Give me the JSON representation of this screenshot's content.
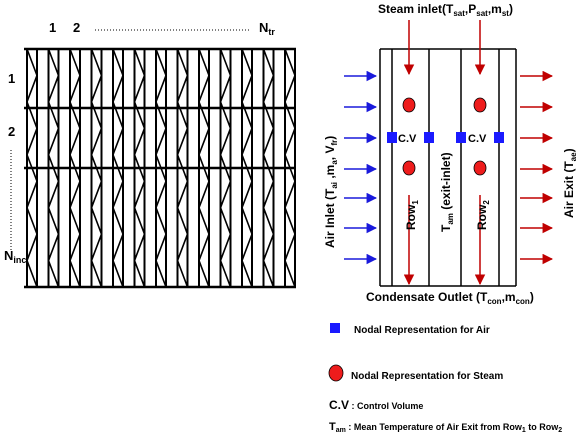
{
  "grid": {
    "col_label_1": "1",
    "col_label_2": "2",
    "col_label_last_main": "N",
    "col_label_last_sub": "tr",
    "row_label_1": "1",
    "row_label_2": "2",
    "row_label_last_main": "N",
    "row_label_last_sub": "inc",
    "tube_count": 13,
    "zigzag_segments_per_tube": 9,
    "row_divisions": 3
  },
  "schematic": {
    "steam_inlet": {
      "t1": "Steam inlet(T",
      "s1": "sat",
      "t2": ",P",
      "s2": "sat",
      "t3": ",m",
      "s3": "st",
      "t4": ")"
    },
    "air_inlet": {
      "t1": "Air Inlet (T",
      "s1": "ai",
      "t2": " ,m",
      "s2": "a",
      "t3": ", V",
      "s3": "fr",
      "t4": ")"
    },
    "air_exit": {
      "t1": "Air Exit (T",
      "s1": "ae",
      "t2": ")"
    },
    "row1": {
      "main": "Row",
      "sub": "1"
    },
    "row2": {
      "main": "Row",
      "sub": "2"
    },
    "tam_mid": {
      "t1": "T",
      "s1": "am",
      "t2": " (exit-inlet)"
    },
    "cv_label_1": "C.V",
    "cv_label_2": "C.V",
    "condensate": {
      "t1": "Condensate Outlet (T",
      "s1": "con",
      "t2": ",m",
      "s2": "con",
      "t3": ")"
    },
    "colors": {
      "air_arrow": "#1a1adc",
      "steam_arrow": "#c00000",
      "node_air": "#1a1aff",
      "node_steam": "#ee1c1c"
    }
  },
  "legend": {
    "air_node": "Nodal Representation for Air",
    "steam_node": "Nodal Representation for Steam",
    "cv_abbr": "C.V",
    "cv_text": " : Control Volume",
    "tam": {
      "t1": "T",
      "s1": "am",
      "t2": " : Mean Temperature of Air Exit from Row",
      "s2": "1",
      "t3": " to Row",
      "s3": "2"
    }
  }
}
